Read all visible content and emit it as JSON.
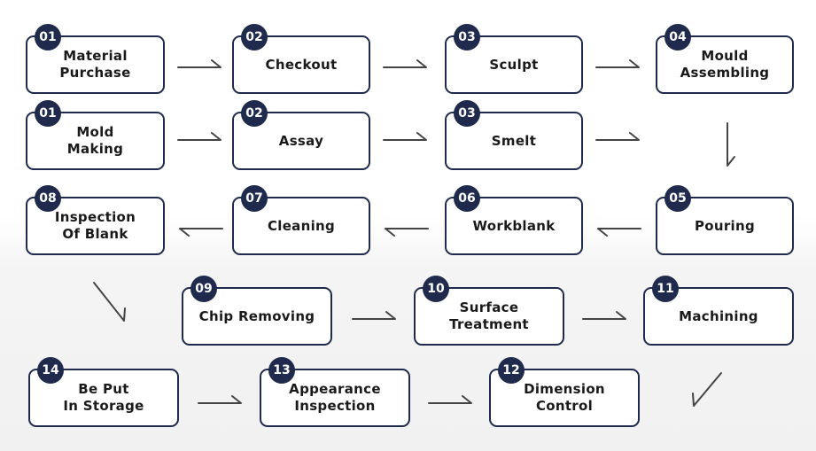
{
  "steps": [
    {
      "number": "01",
      "label": "Material\nPurchase"
    },
    {
      "number": "02",
      "label": "Checkout"
    },
    {
      "number": "03",
      "label": "Sculpt"
    },
    {
      "number": "04",
      "label": "Mould\nAssembling"
    },
    {
      "number": "01",
      "label": "Mold\nMaking"
    },
    {
      "number": "02",
      "label": "Assay"
    },
    {
      "number": "03",
      "label": "Smelt"
    },
    {
      "number": "08",
      "label": "Inspection\nOf Blank"
    },
    {
      "number": "07",
      "label": "Cleaning"
    },
    {
      "number": "06",
      "label": "Workblank"
    },
    {
      "number": "05",
      "label": "Pouring"
    },
    {
      "number": "09",
      "label": "Chip Removing"
    },
    {
      "number": "10",
      "label": "Surface\nTreatment"
    },
    {
      "number": "11",
      "label": "Machining"
    },
    {
      "number": "14",
      "label": "Be Put\nIn Storage"
    },
    {
      "number": "13",
      "label": "Appearance\nInspection"
    },
    {
      "number": "12",
      "label": "Dimension\nControl"
    }
  ],
  "colors": {
    "box_border": "#1f2a4d",
    "badge_bg": "#1f2a4d",
    "arrow": "#444444"
  }
}
